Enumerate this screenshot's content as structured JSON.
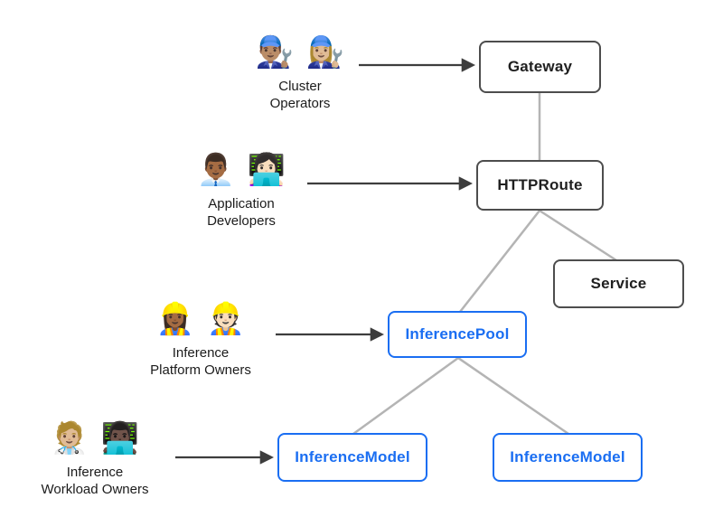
{
  "personas": [
    {
      "id": "cluster-operators",
      "emojis": [
        "👨🏽‍🔧",
        "👩🏼‍🔧"
      ],
      "lines": [
        "Cluster",
        "Operators"
      ]
    },
    {
      "id": "application-developers",
      "emojis": [
        "👨🏾‍💼",
        "👩🏻‍💻"
      ],
      "lines": [
        "Application",
        "Developers"
      ]
    },
    {
      "id": "inference-platform-owners",
      "emojis": [
        "👷🏾‍♀️",
        "👷🏻"
      ],
      "lines": [
        "Inference",
        "Platform Owners"
      ]
    },
    {
      "id": "inference-workload-owners",
      "emojis": [
        "🧑🏼‍⚕️",
        "👨🏿‍💻"
      ],
      "lines": [
        "Inference",
        "Workload Owners"
      ]
    }
  ],
  "resources": [
    {
      "id": "gateway",
      "label": "Gateway",
      "style": "neutral"
    },
    {
      "id": "httproute",
      "label": "HTTPRoute",
      "style": "neutral"
    },
    {
      "id": "service",
      "label": "Service",
      "style": "neutral"
    },
    {
      "id": "inferencepool",
      "label": "InferencePool",
      "style": "accent"
    },
    {
      "id": "inferencemodel-left",
      "label": "InferenceModel",
      "style": "accent"
    },
    {
      "id": "inferencemodel-right",
      "label": "InferenceModel",
      "style": "accent"
    }
  ],
  "colors": {
    "accent": "#1a6ef2",
    "node_border": "#4d4d4d",
    "connector": "#b4b4b4",
    "arrow": "#3d3d3d",
    "text": "#1f1f1f",
    "background": "#ffffff"
  }
}
